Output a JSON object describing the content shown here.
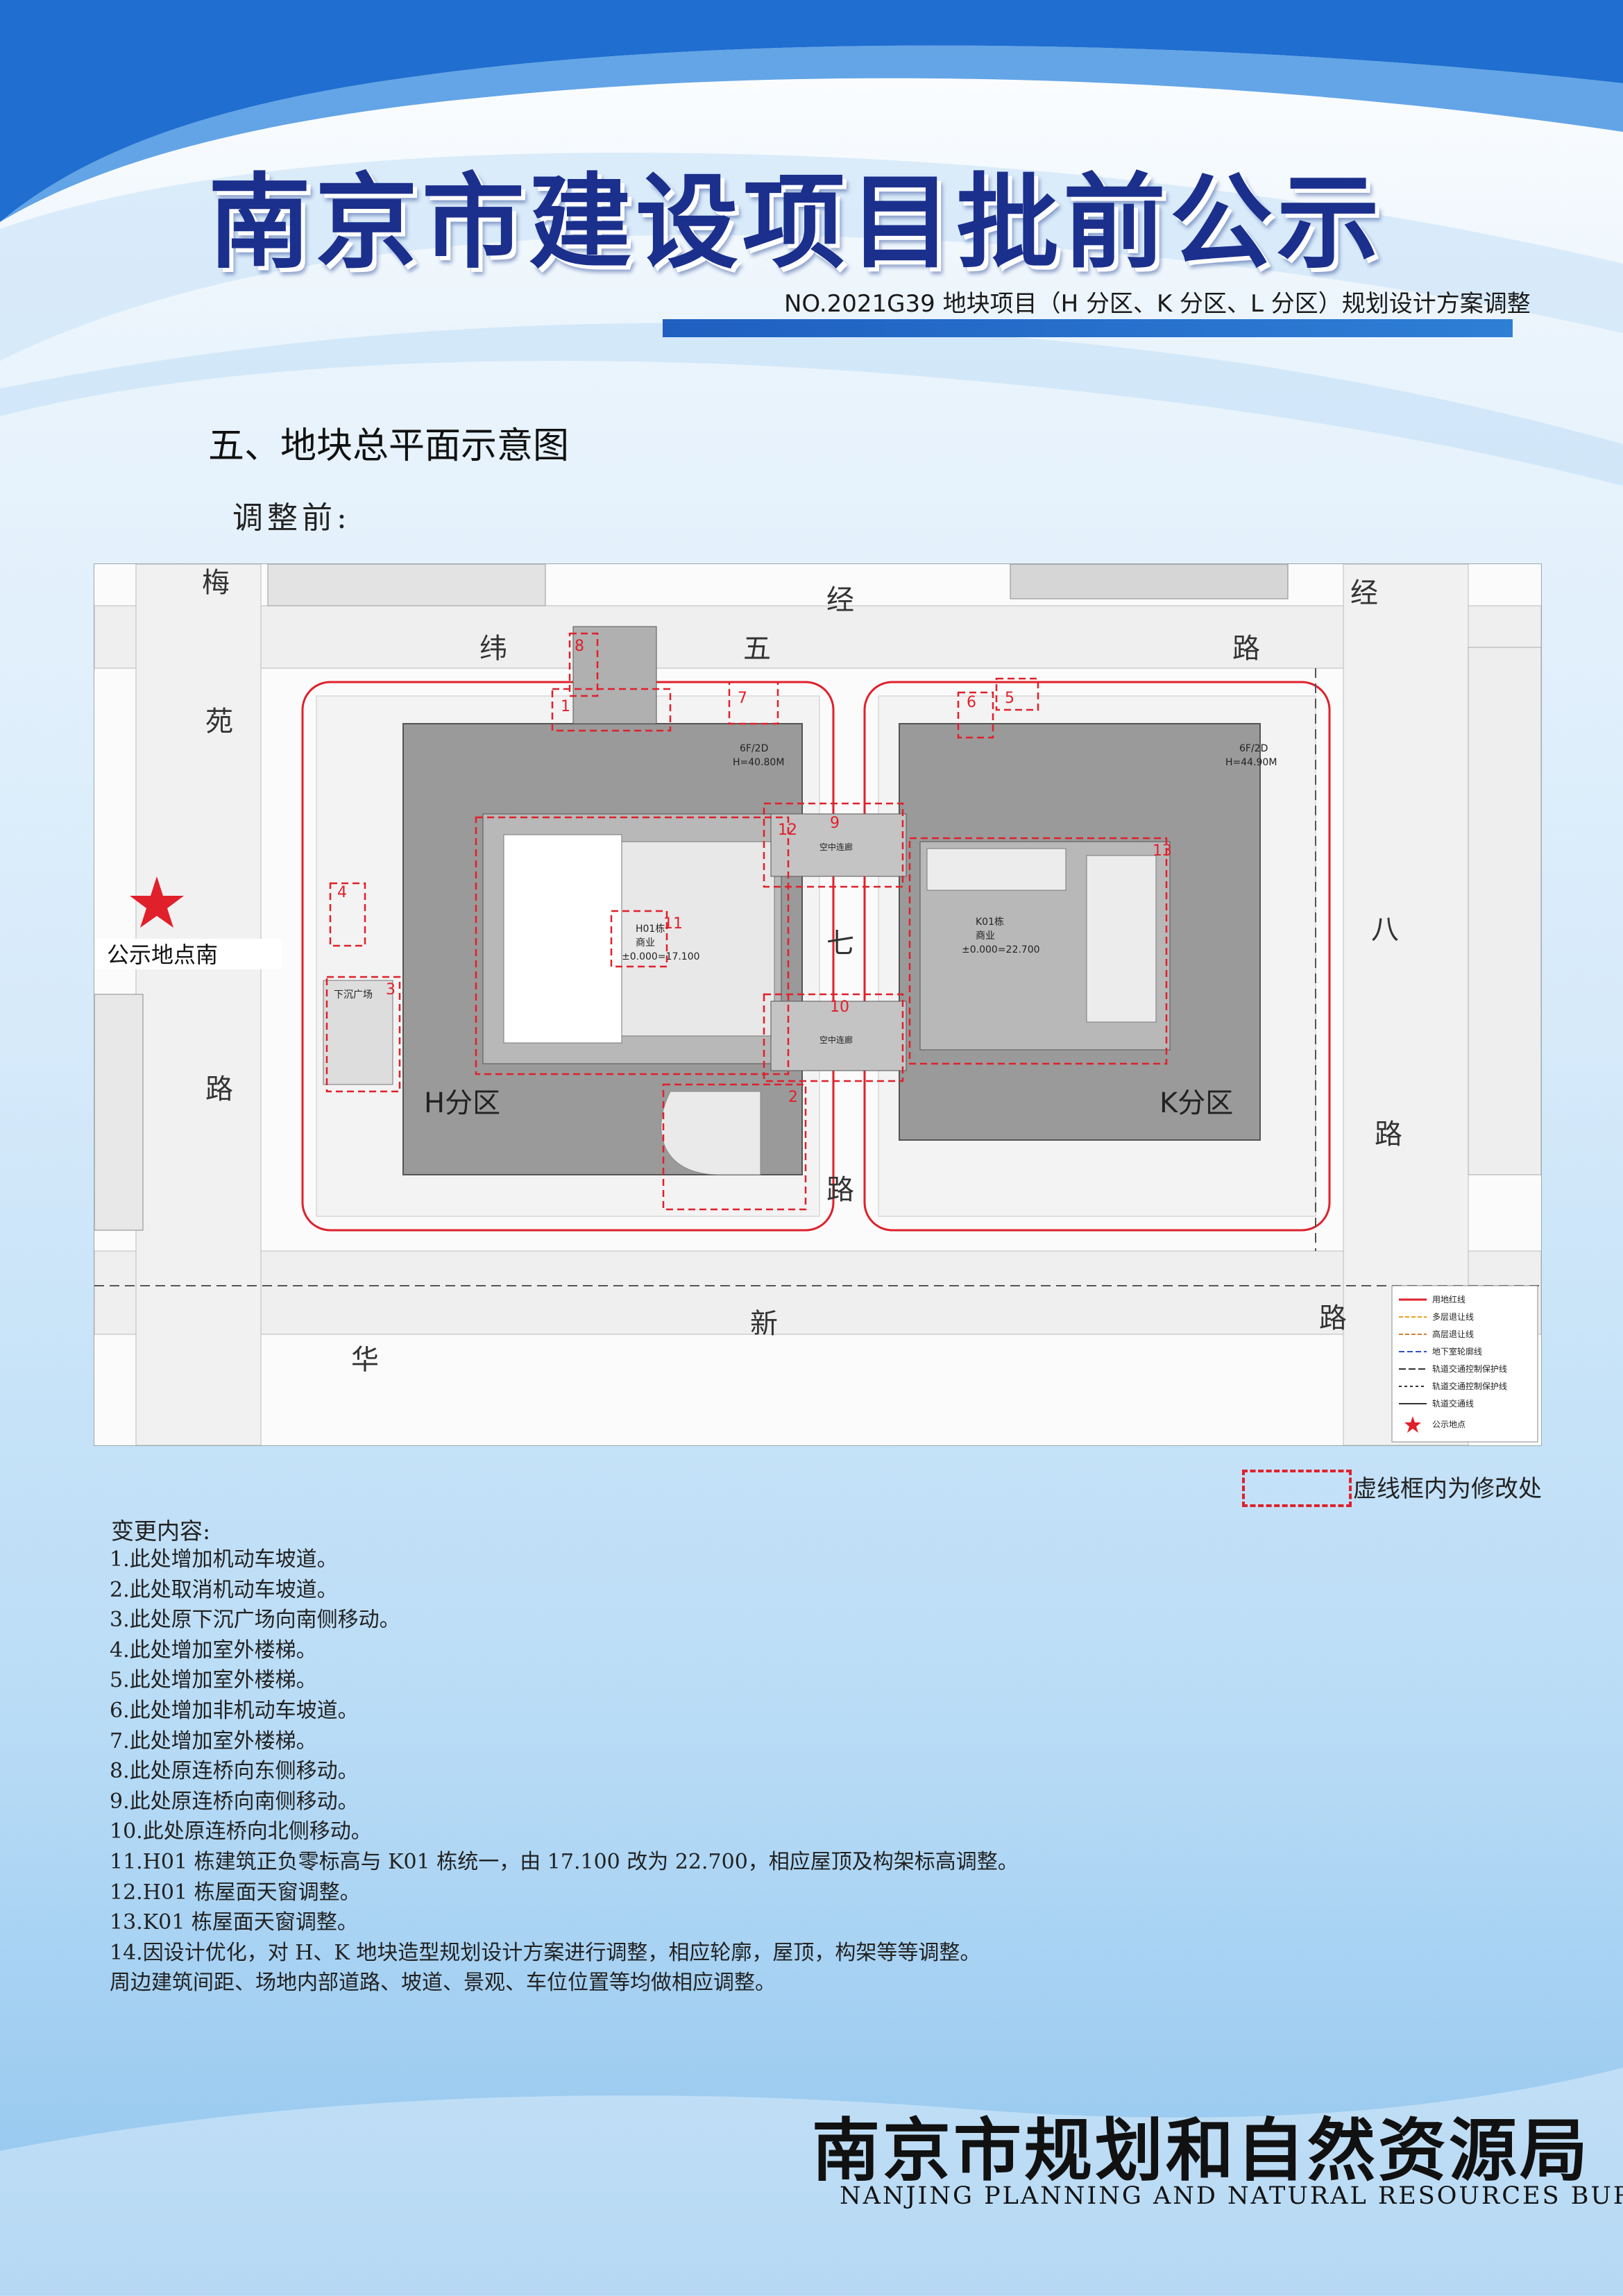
{
  "header": {
    "title": "南京市建设项目批前公示",
    "subtitle": "NO.2021G39 地块项目（H 分区、K 分区、L 分区）规划设计方案调整"
  },
  "section": {
    "title": "五、地块总平面示意图",
    "before_label": "调整前:"
  },
  "plan": {
    "road_chars": [
      "梅",
      "苑",
      "路",
      "纬",
      "五",
      "经",
      "路",
      "经",
      "七",
      "八",
      "路",
      "路",
      "华",
      "新",
      "路"
    ],
    "public_site_label": "公示地点南",
    "zone_h": "H分区",
    "zone_k": "K分区",
    "building_h": {
      "name": "H01栋",
      "use": "商业",
      "elevation": "±0.000=17.100"
    },
    "building_k": {
      "name": "K01栋",
      "use": "商业",
      "elevation": "±0.000=22.700"
    },
    "bridge_label": "空中连廊",
    "h_height": "H=40.80M",
    "k_height": "H=44.90M",
    "floors": "6F/2D",
    "sunken_plaza": "下沉广场",
    "markers": [
      "1",
      "2",
      "3",
      "4",
      "5",
      "6",
      "7",
      "8",
      "9",
      "10",
      "11",
      "12",
      "13"
    ],
    "legend_items": [
      "用地红线",
      "多层退让线",
      "高层退让线",
      "地下室轮廓线",
      "轨道交通控制保护线",
      "轨道交通控制保护线",
      "轨道交通线",
      "公示地点"
    ]
  },
  "legend": {
    "dashed_note": "虚线框内为修改处"
  },
  "changes": {
    "title": "变更内容:",
    "items": [
      "1.此处增加机动车坡道。",
      "2.此处取消机动车坡道。",
      "3.此处原下沉广场向南侧移动。",
      "4.此处增加室外楼梯。",
      "5.此处增加室外楼梯。",
      "6.此处增加非机动车坡道。",
      "7.此处增加室外楼梯。",
      "8.此处原连桥向东侧移动。",
      "9.此处原连桥向南侧移动。",
      "10.此处原连桥向北侧移动。",
      "11.H01 栋建筑正负零标高与 K01 栋统一，由 17.100 改为 22.700，相应屋顶及构架标高调整。",
      "12.H01 栋屋面天窗调整。",
      "13.K01 栋屋面天窗调整。",
      "14.因设计优化，对 H、K 地块造型规划设计方案进行调整，相应轮廓，屋顶，构架等等调整。",
      "周边建筑间距、场地内部道路、坡道、景观、车位位置等均做相应调整。"
    ]
  },
  "footer": {
    "org_cn": "南京市规划和自然资源局",
    "org_en": "NANJING PLANNING AND NATURAL RESOURCES BUREAU"
  },
  "colors": {
    "title": "#1b2f8c",
    "accent_bar": "#2e7fd6",
    "red_line": "#e0202a"
  }
}
